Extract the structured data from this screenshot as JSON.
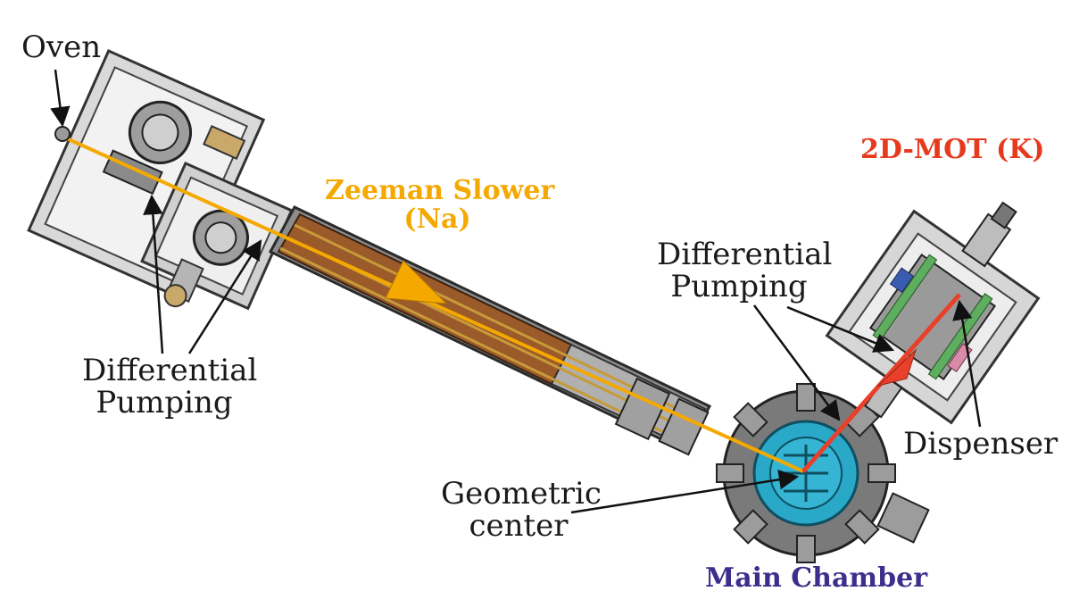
{
  "labels": {
    "oven": "Oven",
    "zeeman_line1": "Zeeman Slower",
    "zeeman_line2": "(Na)",
    "mot": "2D-MOT (K)",
    "diff_right_line1": "Differential",
    "diff_right_line2": "Pumping",
    "diff_left_line1": "Differential",
    "diff_left_line2": "Pumping",
    "dispenser": "Dispenser",
    "geo_line1": "Geometric",
    "geo_line2": "center",
    "main_chamber": "Main Chamber"
  },
  "colors": {
    "zeeman": "#f5a800",
    "mot": "#e63a1e",
    "main_chamber": "#3b2e8c",
    "na_beam": "#f5a800",
    "k_beam": "#e8402a",
    "chamber_core": "#2aa8c8",
    "slower_coil": "#9a5a2a",
    "frame": "#5c5c5c",
    "frame_light": "#bdbdbd"
  }
}
